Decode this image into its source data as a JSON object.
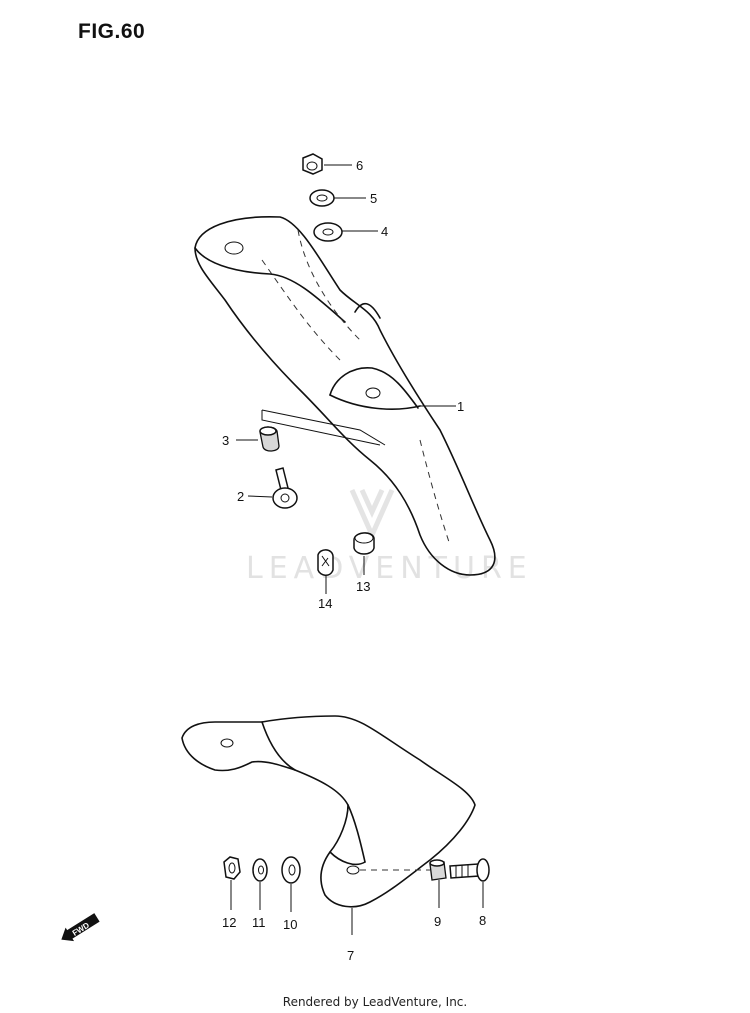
{
  "figure": {
    "title": "FIG.60"
  },
  "watermark": {
    "text": "LEADVENTURE"
  },
  "fwd_marker": {
    "text": "FWD"
  },
  "parts": [
    {
      "label": "1"
    },
    {
      "label": "2"
    },
    {
      "label": "3"
    },
    {
      "label": "4"
    },
    {
      "label": "5"
    },
    {
      "label": "6"
    },
    {
      "label": "7"
    },
    {
      "label": "8"
    },
    {
      "label": "9"
    },
    {
      "label": "10"
    },
    {
      "label": "11"
    },
    {
      "label": "12"
    },
    {
      "label": "13"
    },
    {
      "label": "14"
    }
  ],
  "footer": {
    "text": "Rendered by LeadVenture, Inc."
  }
}
